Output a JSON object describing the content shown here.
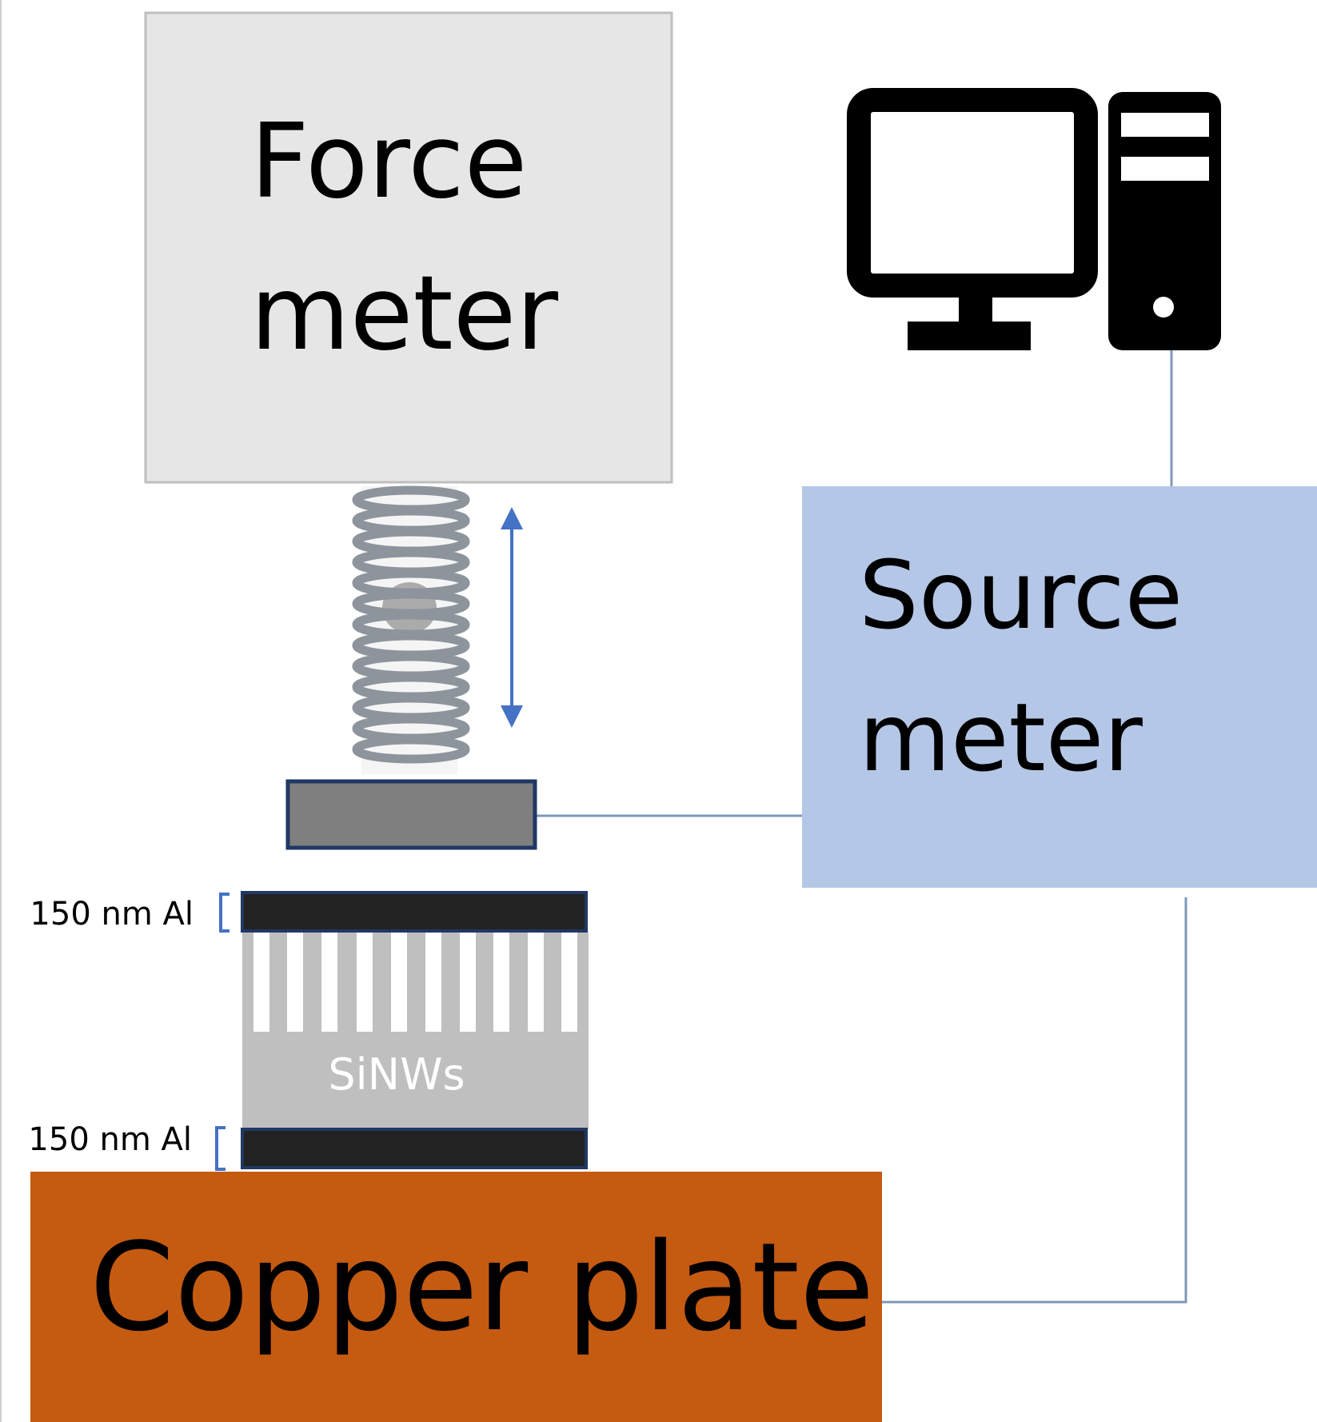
{
  "force_meter": {
    "line1": "Force",
    "line2": "meter"
  },
  "source_meter": {
    "line1": "Source",
    "line2": "meter"
  },
  "copper_plate": {
    "label": "Copper plate"
  },
  "layers": {
    "top_al": "150 nm Al",
    "bottom_al": "150 nm Al",
    "nanowires": "SiNWs"
  },
  "colors": {
    "force_meter_fill": "#e6e6e6",
    "source_meter_fill": "#b4c7e7",
    "copper_fill": "#c55a11",
    "aluminum_fill": "#222222",
    "nanowire_fill": "#bfbfbf",
    "wire": "#7f98b9",
    "arrow": "#4472c4",
    "computer": "#000000"
  },
  "icons": {
    "computer": "desktop-computer-icon",
    "spring": "spring-icon",
    "arrow": "double-arrow-icon"
  }
}
